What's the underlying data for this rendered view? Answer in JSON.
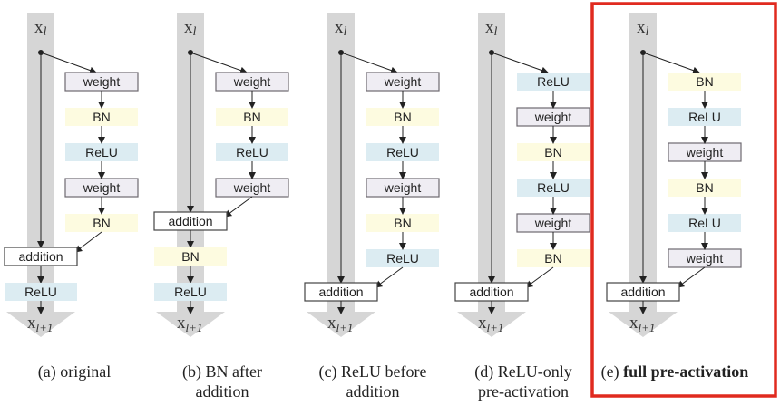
{
  "colors": {
    "shortcut_gray": "#d6d6d6",
    "weight_fill": "#efedf3",
    "weight_stroke": "#6d6970",
    "bn_fill": "#fdfbe0",
    "relu_fill": "#dcecf2",
    "addition_fill": "#ffffff",
    "addition_stroke": "#444444",
    "highlight_border": "#e02a1f",
    "arrow": "#222222"
  },
  "symbols": {
    "input": "x",
    "input_sub": "l",
    "output": "x",
    "output_sub": "l+1"
  },
  "variants": [
    {
      "id": "a",
      "caption_lines": [
        "(a) original"
      ],
      "highlighted": false,
      "branch": [
        "weight",
        "BN",
        "ReLU",
        "weight",
        "BN"
      ],
      "after_add": [
        "ReLU"
      ]
    },
    {
      "id": "b",
      "caption_lines": [
        "(b) BN after",
        "addition"
      ],
      "highlighted": false,
      "branch": [
        "weight",
        "BN",
        "ReLU",
        "weight"
      ],
      "after_add": [
        "BN",
        "ReLU"
      ]
    },
    {
      "id": "c",
      "caption_lines": [
        "(c) ReLU before",
        "addition"
      ],
      "highlighted": false,
      "branch": [
        "weight",
        "BN",
        "ReLU",
        "weight",
        "BN",
        "ReLU"
      ],
      "after_add": []
    },
    {
      "id": "d",
      "caption_lines": [
        "(d) ReLU-only",
        "pre-activation"
      ],
      "highlighted": false,
      "branch": [
        "ReLU",
        "weight",
        "BN",
        "ReLU",
        "weight",
        "BN"
      ],
      "after_add": []
    },
    {
      "id": "e",
      "caption_lines": [
        "(e) full pre-activation"
      ],
      "caption_bold_from": 4,
      "highlighted": true,
      "branch": [
        "BN",
        "ReLU",
        "weight",
        "BN",
        "ReLU",
        "weight"
      ],
      "after_add": []
    }
  ],
  "addition_label": "addition"
}
